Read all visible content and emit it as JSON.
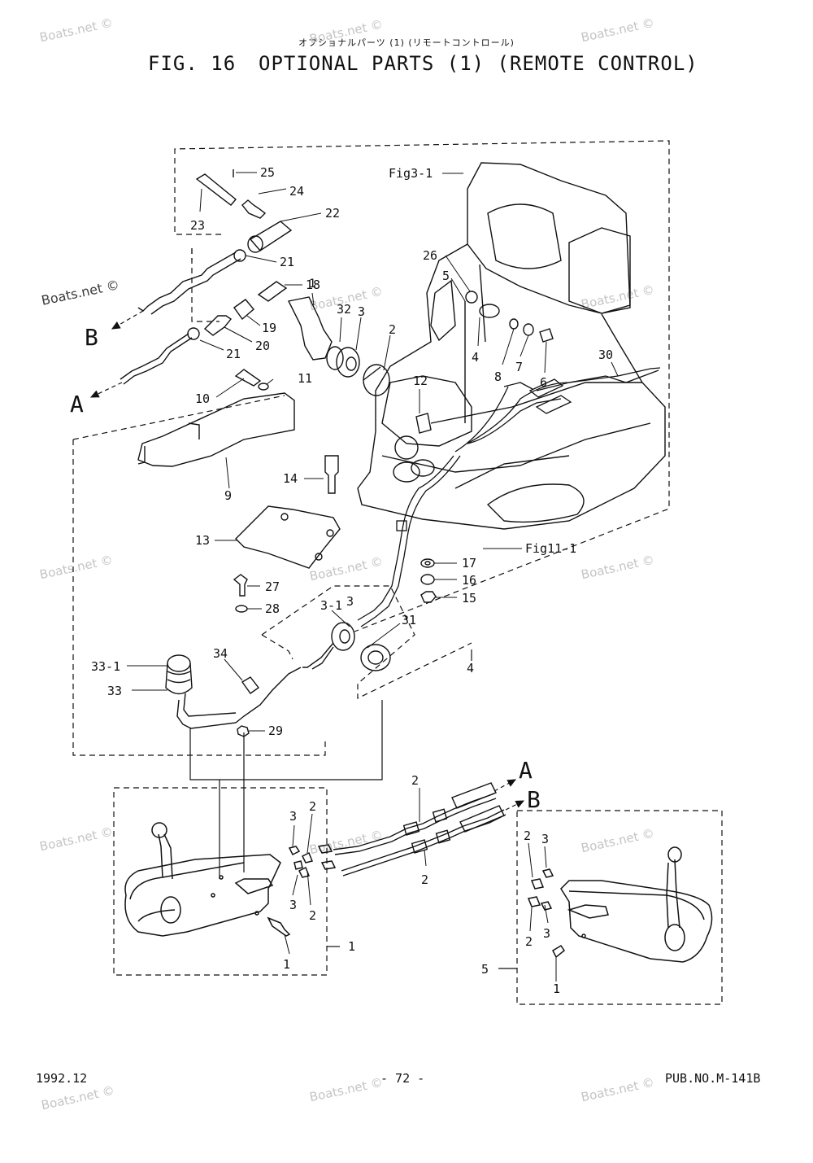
{
  "header": {
    "jp_title": "オプショナルパーツ (1) (リモートコントロール)",
    "fig_number": "FIG. 16",
    "title": "OPTIONAL PARTS (1) (REMOTE CONTROL)"
  },
  "watermark": "Boats.net ©",
  "callouts": {
    "c25": "25",
    "c24": "24",
    "c23": "23",
    "c22": "22",
    "c21a": "21",
    "c21b": "21",
    "c18": "18",
    "c1": "1",
    "c32": "32",
    "c3": "3",
    "c19": "19",
    "c20": "20",
    "c2": "2",
    "c10": "10",
    "c11": "11",
    "c9": "9",
    "c14": "14",
    "c13": "13",
    "fig3": "Fig3-1",
    "fig11": "Fig11-1",
    "c26": "26",
    "c5": "5",
    "c4a": "4",
    "c8": "8",
    "c7": "7",
    "c6": "6",
    "c30": "30",
    "c12": "12",
    "c17": "17",
    "c16": "16",
    "c15": "15",
    "c27": "27",
    "c28": "28",
    "c29": "29",
    "c31": "31",
    "c3_1": "3-1",
    "c3b": "3",
    "c4b": "4",
    "c34": "34",
    "c33_1": "33-1",
    "c33": "33",
    "arrowA": "A",
    "arrowB": "B",
    "arrowA2": "A",
    "arrowB2": "B",
    "cab2a": "2",
    "cab2b": "2",
    "L3a": "3",
    "L2a": "2",
    "L3b": "3",
    "L2b": "2",
    "L1a": "1",
    "L1b": "1",
    "R2a": "2",
    "R3a": "3",
    "R2b": "2",
    "R3b": "3",
    "R1": "1",
    "R5": "5"
  },
  "footer": {
    "date": "1992.12",
    "page": "- 72 -",
    "pub": "PUB.NO.M-141B"
  }
}
